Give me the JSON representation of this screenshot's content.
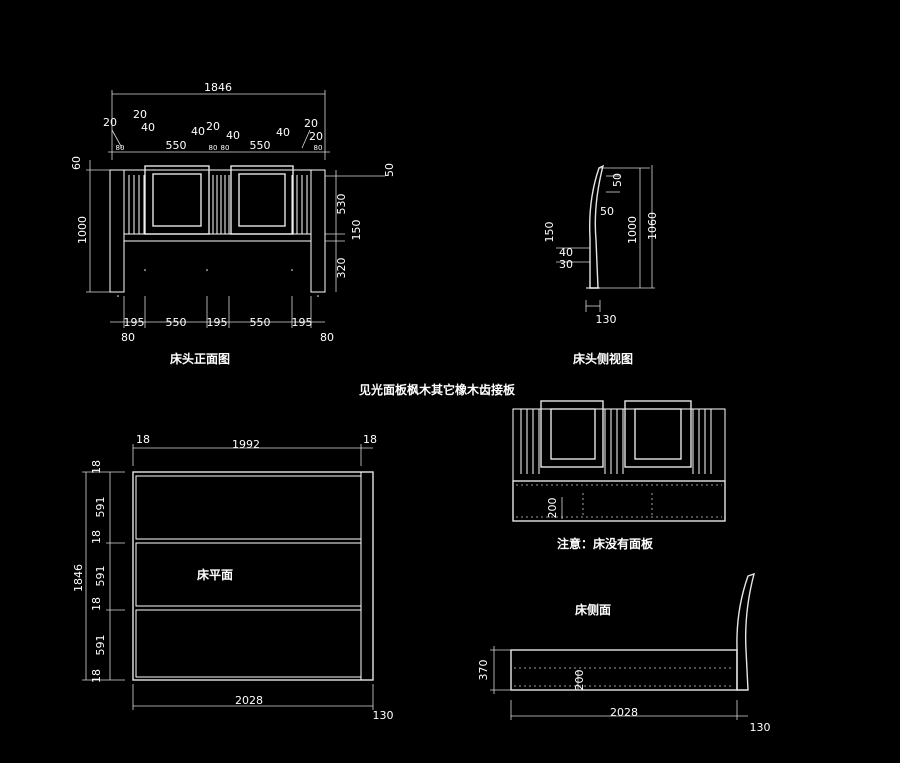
{
  "colors": {
    "background": "#000000",
    "lines": "#ffffff"
  },
  "front": {
    "title": "床头正面图",
    "width_total": "1846",
    "top_row": [
      "20",
      "20",
      "40",
      "550",
      "40",
      "20",
      "40",
      "550",
      "40",
      "20",
      "20"
    ],
    "top_small": [
      "80",
      "80",
      "80",
      "80"
    ],
    "left_top": "60",
    "left_height": "1000",
    "right_top": "50",
    "right_upper": "530",
    "right_mid": "150",
    "right_lower": "320",
    "bottom_row": [
      "195",
      "550",
      "195",
      "550",
      "195"
    ],
    "bottom_left_leg": "80",
    "bottom_right_leg": "80"
  },
  "side": {
    "title": "床头侧视图",
    "d50a": "50",
    "d50b": "50",
    "d150": "150",
    "d40": "40",
    "d30": "30",
    "d1000": "1000",
    "d1060": "1060",
    "d130": "130"
  },
  "note_material": "见光面板枫木其它橡木齿接板",
  "plan": {
    "label": "床平面",
    "top_left": "18",
    "top_mid": "1992",
    "top_right": "18",
    "total_height": "1846",
    "left_column": [
      "18",
      "591",
      "18",
      "591",
      "18",
      "591",
      "18"
    ],
    "bottom_width": "2028",
    "bottom_tail": "130"
  },
  "back_view": {
    "d200": "200",
    "note": "注意：床没有面板"
  },
  "bed_side": {
    "label": "床侧面",
    "d370": "370",
    "d200": "200",
    "bottom_width": "2028",
    "bottom_tail": "130"
  }
}
